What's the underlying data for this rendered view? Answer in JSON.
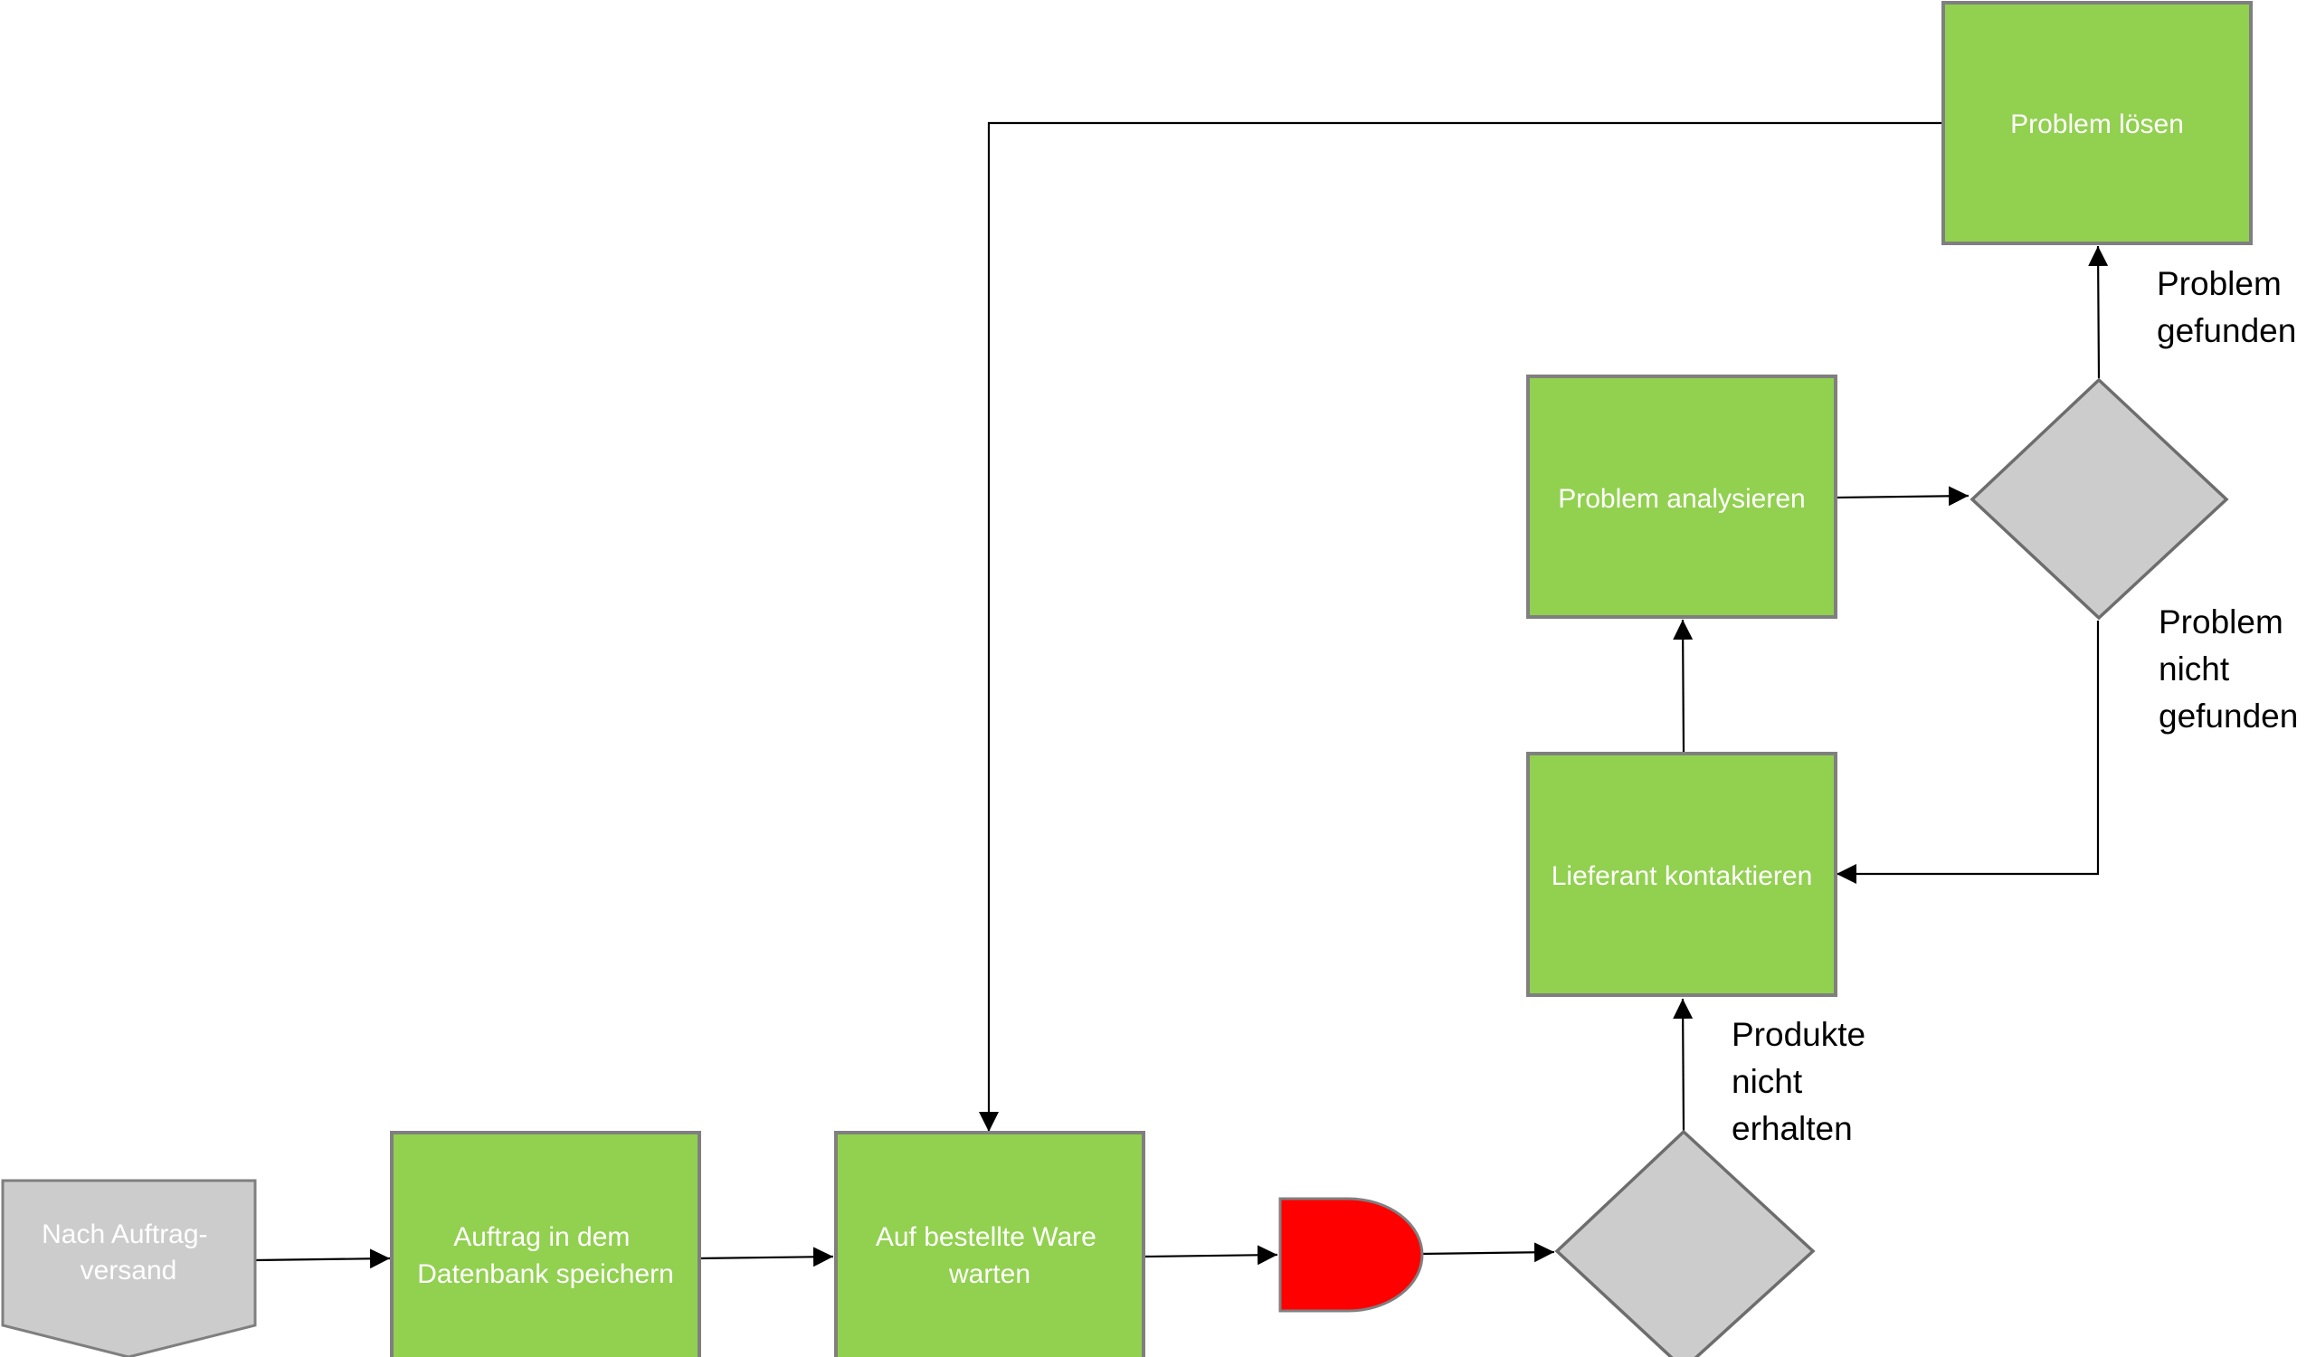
{
  "colors": {
    "process_fill": "#92d050",
    "decision_fill": "#cccccc",
    "terminator_fill": "#cccccc",
    "delay_fill": "#ff0000",
    "border": "#7f7f7f",
    "edge": "#000000"
  },
  "nodes": {
    "start": {
      "lines": [
        "Nach Auftrag-",
        "versand"
      ]
    },
    "save_order": {
      "lines": [
        "Auftrag in dem",
        "Datenbank speichern"
      ]
    },
    "wait_goods": {
      "lines": [
        "Auf bestellte Ware",
        "warten"
      ]
    },
    "contact_supplier": {
      "lines": [
        "Lieferant kontaktieren"
      ]
    },
    "analyze_problem": {
      "lines": [
        "Problem analysieren"
      ]
    },
    "solve_problem": {
      "lines": [
        "Problem lösen"
      ]
    }
  },
  "edge_labels": {
    "not_received": [
      "Produkte",
      "nicht",
      "erhalten"
    ],
    "found": [
      "Problem",
      "gefunden"
    ],
    "not_found": [
      "Problem",
      "nicht",
      "gefunden"
    ]
  }
}
